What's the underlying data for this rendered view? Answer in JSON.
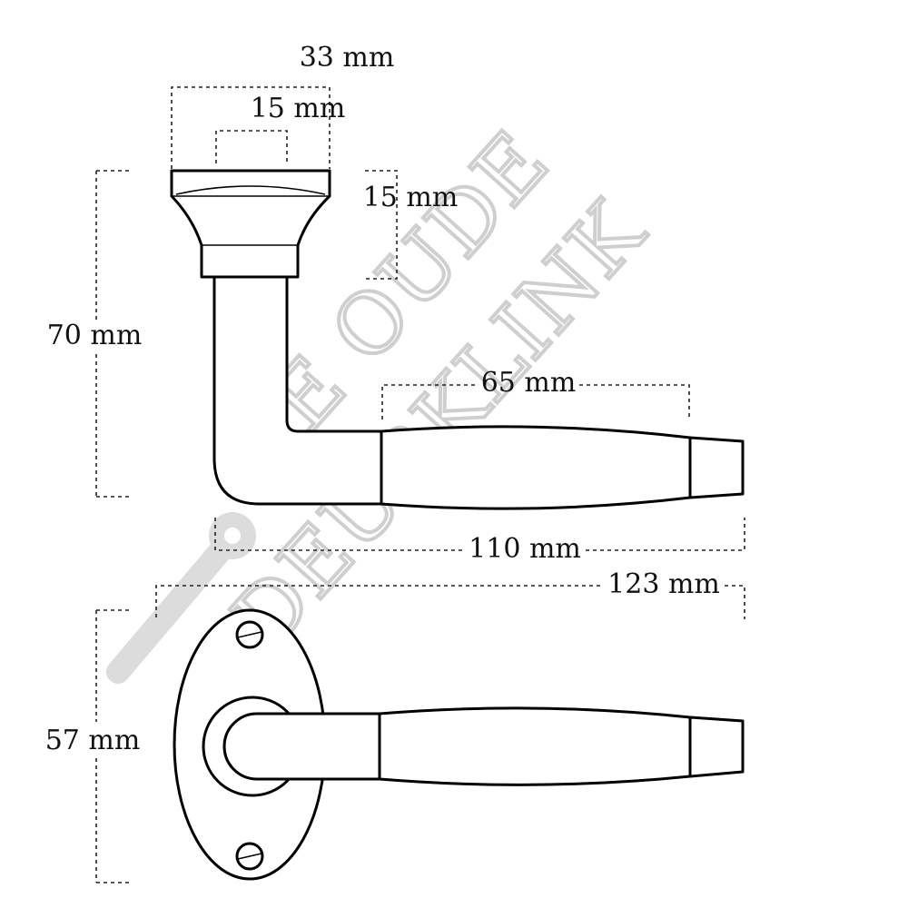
{
  "dimensions": {
    "rose_width": "33 mm",
    "spindle_width": "15 mm",
    "rose_height": "15 mm",
    "total_height": "70 mm",
    "grip_length": "65 mm",
    "projection": "110 mm",
    "total_length": "123 mm",
    "plate_height": "57 mm"
  },
  "watermark": {
    "line1": "DE OUDE",
    "line2": "DEURKLINK"
  },
  "colors": {
    "line": "#000000",
    "watermark": "#cfcfcf"
  }
}
